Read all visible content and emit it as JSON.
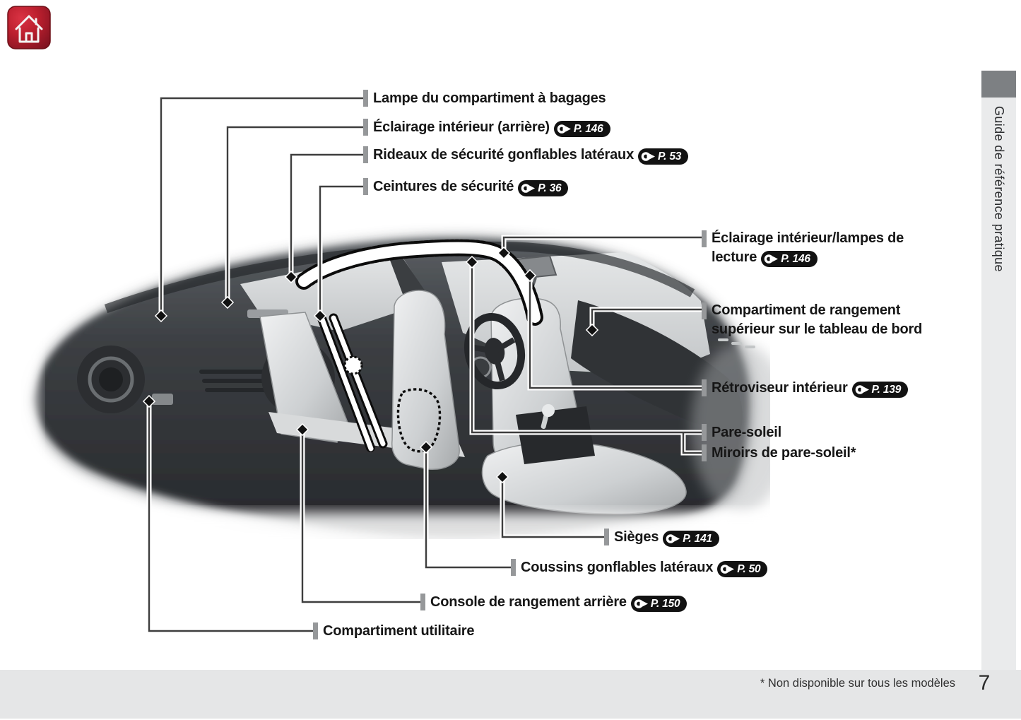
{
  "page": {
    "number": "7",
    "footnote": "* Non disponible sur tous les modèles"
  },
  "sidebar": {
    "tab_label": "Guide de référence pratique"
  },
  "icons": {
    "home": "home-icon",
    "page_ref_arrow": "arrow-right-icon"
  },
  "colors": {
    "home_red": "#c0202e",
    "pill_black": "#121212",
    "tab_dark_gray": "#7d8083",
    "sidebar_gray": "#eaebec",
    "footer_gray": "#e5e6e7",
    "leader_line": "#3e3e3e"
  },
  "labels": [
    {
      "text": "Lampe du compartiment à bagages"
    },
    {
      "text": "Éclairage intérieur (arrière)",
      "page_ref": "P. 146"
    },
    {
      "text": "Rideaux de sécurité gonflables latéraux",
      "page_ref": "P. 53"
    },
    {
      "text": "Ceintures de sécurité",
      "page_ref": "P. 36"
    },
    {
      "text": "Éclairage intérieur/lampes de lecture",
      "page_ref": "P. 146"
    },
    {
      "text": "Compartiment de rangement supérieur sur le tableau de bord"
    },
    {
      "text": "Rétroviseur intérieur",
      "page_ref": "P. 139"
    },
    {
      "text": "Pare-soleil"
    },
    {
      "text": "Miroirs de pare-soleil*"
    },
    {
      "text": "Sièges",
      "page_ref": "P. 141"
    },
    {
      "text": "Coussins gonflables latéraux",
      "page_ref": "P. 50"
    },
    {
      "text": "Console de rangement arrière",
      "page_ref": "P. 150"
    },
    {
      "text": "Compartiment utilitaire"
    }
  ]
}
